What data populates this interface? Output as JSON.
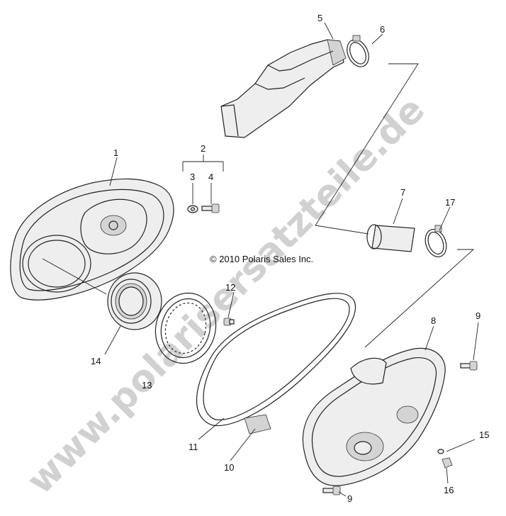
{
  "copyright": "© 2010 Polaris Sales Inc.",
  "watermark": "www.polarisersatzteile.de",
  "callouts": {
    "c1": "1",
    "c2": "2",
    "c3": "3",
    "c4": "4",
    "c5": "5",
    "c6": "6",
    "c7": "7",
    "c8": "8",
    "c9a": "9",
    "c9b": "9",
    "c10": "10",
    "c11": "11",
    "c12": "12",
    "c13": "13",
    "c14": "14",
    "c15": "15",
    "c16": "16",
    "c17": "17"
  }
}
